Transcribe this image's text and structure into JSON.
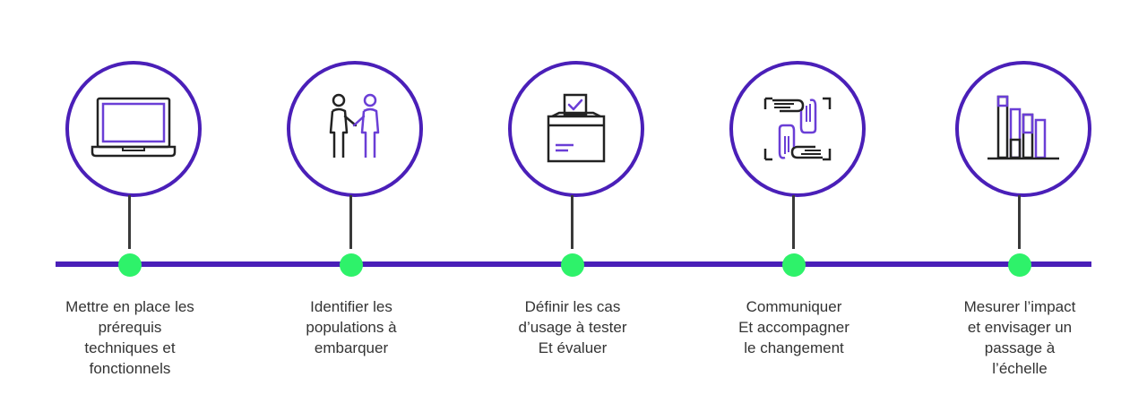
{
  "colors": {
    "line": "#4a1fb8",
    "circle_border": "#4a1fb8",
    "dot": "#2ef26a",
    "icon_accent": "#6a3ed6",
    "icon_stroke": "#222222",
    "text": "#333333"
  },
  "steps": [
    {
      "label": "Mettre en place les\nprérequis\ntechniques et\nfonctionnels",
      "icon": "laptop-icon"
    },
    {
      "label": "Identifier les\npopulations à\nembarquer",
      "icon": "handshake-people-icon"
    },
    {
      "label": "Définir les cas\nd’usage à tester\nEt évaluer",
      "icon": "ballot-box-icon"
    },
    {
      "label": "Communiquer\nEt accompagner\nle changement",
      "icon": "joined-hands-icon"
    },
    {
      "label": "Mesurer l’impact\net envisager un\npassage à\nl’échelle",
      "icon": "bar-chart-icon"
    }
  ]
}
